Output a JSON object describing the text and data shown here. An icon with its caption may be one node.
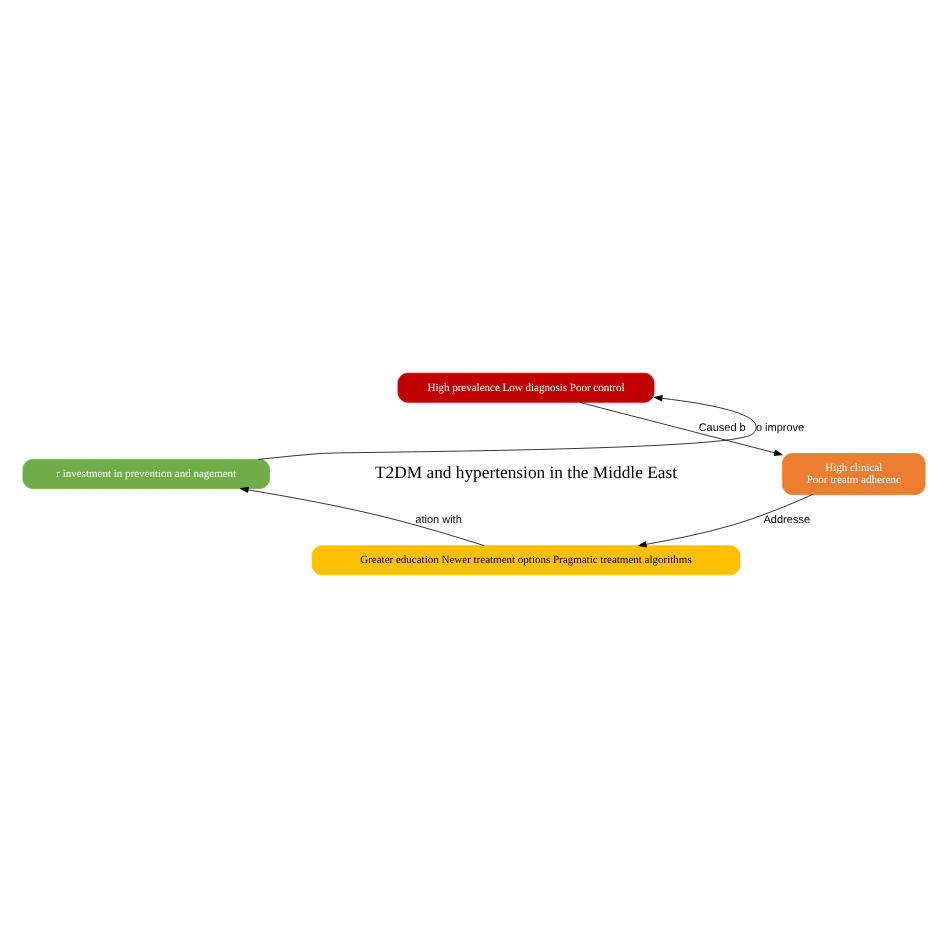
{
  "diagram": {
    "nodes": [
      {
        "text": [
          "High prevalence Low diagnosis Poor control"
        ]
      },
      {
        "text": [
          "High clinical",
          "Poor treatm adherenc"
        ]
      },
      {
        "text": [
          "Greater education Newer treatment options Pragmatic treatment algorithms"
        ]
      },
      {
        "text": [
          "r investment in prevention and nagement"
        ]
      }
    ],
    "edges": [
      {
        "from": 0,
        "to": 1,
        "arrow": "to",
        "label": "Caused b"
      },
      {
        "from": 1,
        "to": 2,
        "arrow": "to",
        "label": "Addresse"
      },
      {
        "from": 2,
        "to": 3,
        "arrow": "to",
        "label": "ation with"
      },
      {
        "from": 3,
        "to": 0,
        "arrow": "to",
        "label": "o improve"
      }
    ],
    "labels": [
      "T2DM and hypertension in the Middle East"
    ]
  }
}
